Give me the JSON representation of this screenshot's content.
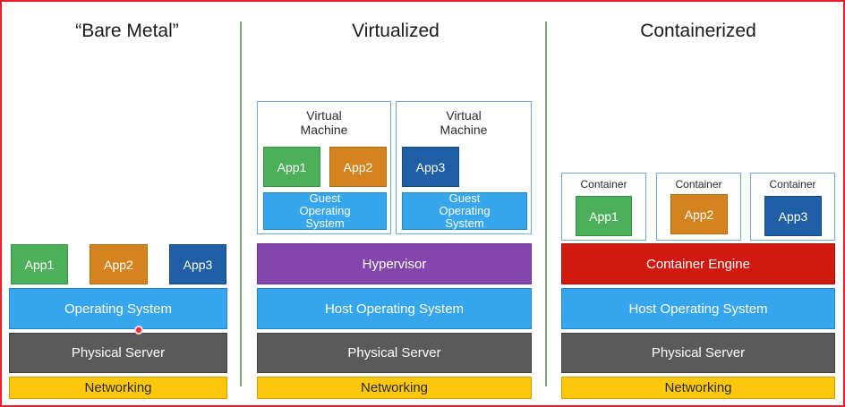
{
  "columns": {
    "bare": {
      "title": "“Bare Metal”",
      "apps": [
        "App1",
        "App2",
        "App3"
      ],
      "os": "Operating System",
      "physical": "Physical Server",
      "networking": "Networking"
    },
    "virt": {
      "title": "Virtualized",
      "vm1": {
        "label_line1": "Virtual",
        "label_line2": "Machine",
        "apps": [
          "App1",
          "App2"
        ],
        "guest_line1": "Guest",
        "guest_line2": "Operating",
        "guest_line3": "System"
      },
      "vm2": {
        "label_line1": "Virtual",
        "label_line2": "Machine",
        "apps": [
          "App3"
        ],
        "guest_line1": "Guest",
        "guest_line2": "Operating",
        "guest_line3": "System"
      },
      "hypervisor": "Hypervisor",
      "host_os": "Host Operating System",
      "physical": "Physical Server",
      "networking": "Networking"
    },
    "cont": {
      "title": "Containerized",
      "containers": [
        {
          "label": "Container",
          "app": "App1"
        },
        {
          "label": "Container",
          "app": "App2"
        },
        {
          "label": "Container",
          "app": "App3"
        }
      ],
      "engine": "Container Engine",
      "host_os": "Host Operating System",
      "physical": "Physical Server",
      "networking": "Networking"
    }
  },
  "colors": {
    "networking": "#ffc80a",
    "physical": "#5a5a5a",
    "os": "#36a6ee",
    "hypervisor": "#8446ad",
    "engine": "#d01a10",
    "app1": "#4caf5a",
    "app2": "#d4841e",
    "app3": "#1f5fa6",
    "frame": "#e8202a"
  }
}
